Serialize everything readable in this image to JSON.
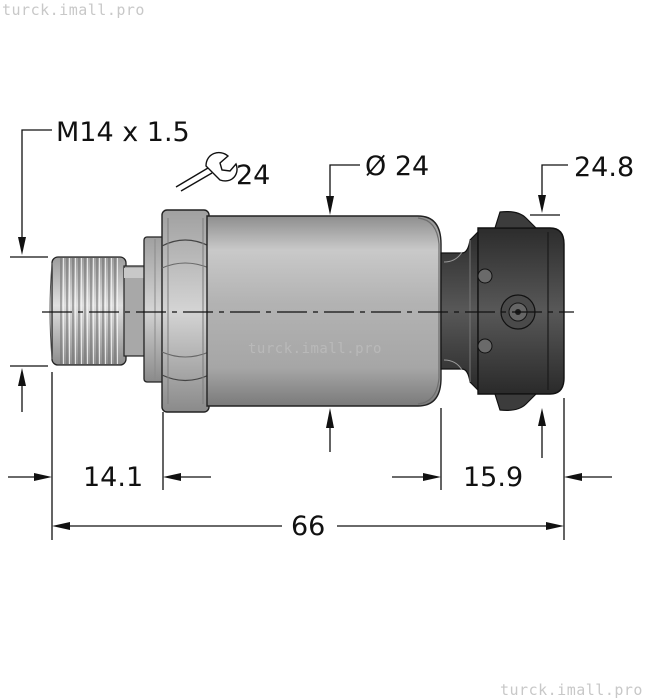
{
  "watermarks": {
    "top": "turck.imall.pro",
    "center": "turck.imall.pro",
    "bottom": "turck.imall.pro"
  },
  "dimensions": {
    "thread": "M14 x 1.5",
    "wrench_size": "24",
    "diameter": "Ø 24",
    "connector_height": "24.8",
    "left_length": "14.1",
    "right_length": "15.9",
    "total_length": "66"
  },
  "icons": {
    "wrench": "wrench-icon"
  },
  "colors": {
    "line": "#111111",
    "body_gray": "#b0b0b0",
    "connector": "#4a4a4a",
    "watermark": "#c8c8c8"
  }
}
